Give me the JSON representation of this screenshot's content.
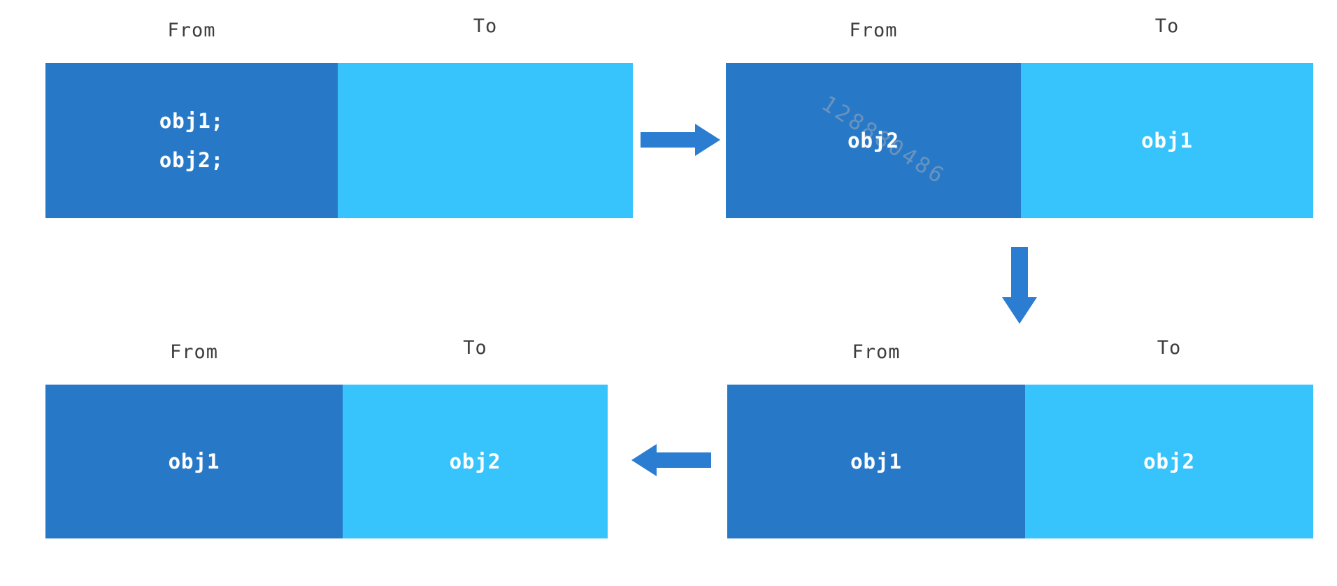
{
  "colors": {
    "from_space": "#2779c7",
    "to_space": "#37c3fb",
    "arrow": "#2b7dd2",
    "label_text": "#3d3d3d",
    "box_text": "#ffffff",
    "watermark_text": "#9aa4ad",
    "background": "#ffffff"
  },
  "panels": [
    {
      "name": "top-left-initial",
      "from_label": "From",
      "to_label": "To",
      "from_lines": [
        "obj1;",
        "obj2;"
      ],
      "to_lines": []
    },
    {
      "name": "top-right-step",
      "from_label": "From",
      "to_label": "To",
      "from_lines": [
        "obj2"
      ],
      "to_lines": [
        "obj1"
      ],
      "watermark": "128880486"
    },
    {
      "name": "bottom-left-final",
      "from_label": "From",
      "to_label": "To",
      "from_lines": [
        "obj1"
      ],
      "to_lines": [
        "obj2"
      ]
    },
    {
      "name": "bottom-right-step",
      "from_label": "From",
      "to_label": "To",
      "from_lines": [
        "obj1"
      ],
      "to_lines": [
        "obj2"
      ]
    }
  ],
  "arrows": [
    {
      "direction": "right",
      "from": "top-left-initial",
      "to": "top-right-step"
    },
    {
      "direction": "down",
      "from": "top-right-step",
      "to": "bottom-right-step"
    },
    {
      "direction": "left",
      "from": "bottom-right-step",
      "to": "bottom-left-final"
    }
  ]
}
